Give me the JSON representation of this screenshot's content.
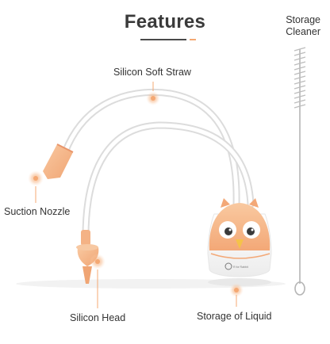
{
  "title": "Features",
  "labels": {
    "storage_cleaner_line1": "Storage",
    "storage_cleaner_line2": "Cleaner",
    "silicon_soft_straw": "Silicon Soft Straw",
    "suction_nozzle": "Suction Nozzle",
    "silicon_head": "Silicon Head",
    "storage_of_liquid": "Storage of Liquid"
  },
  "brand_mark": "R for Rabbit",
  "colors": {
    "accent_orange": "#f4a873",
    "peach": "#f7c8a2",
    "title_text": "#3a3a3a"
  }
}
